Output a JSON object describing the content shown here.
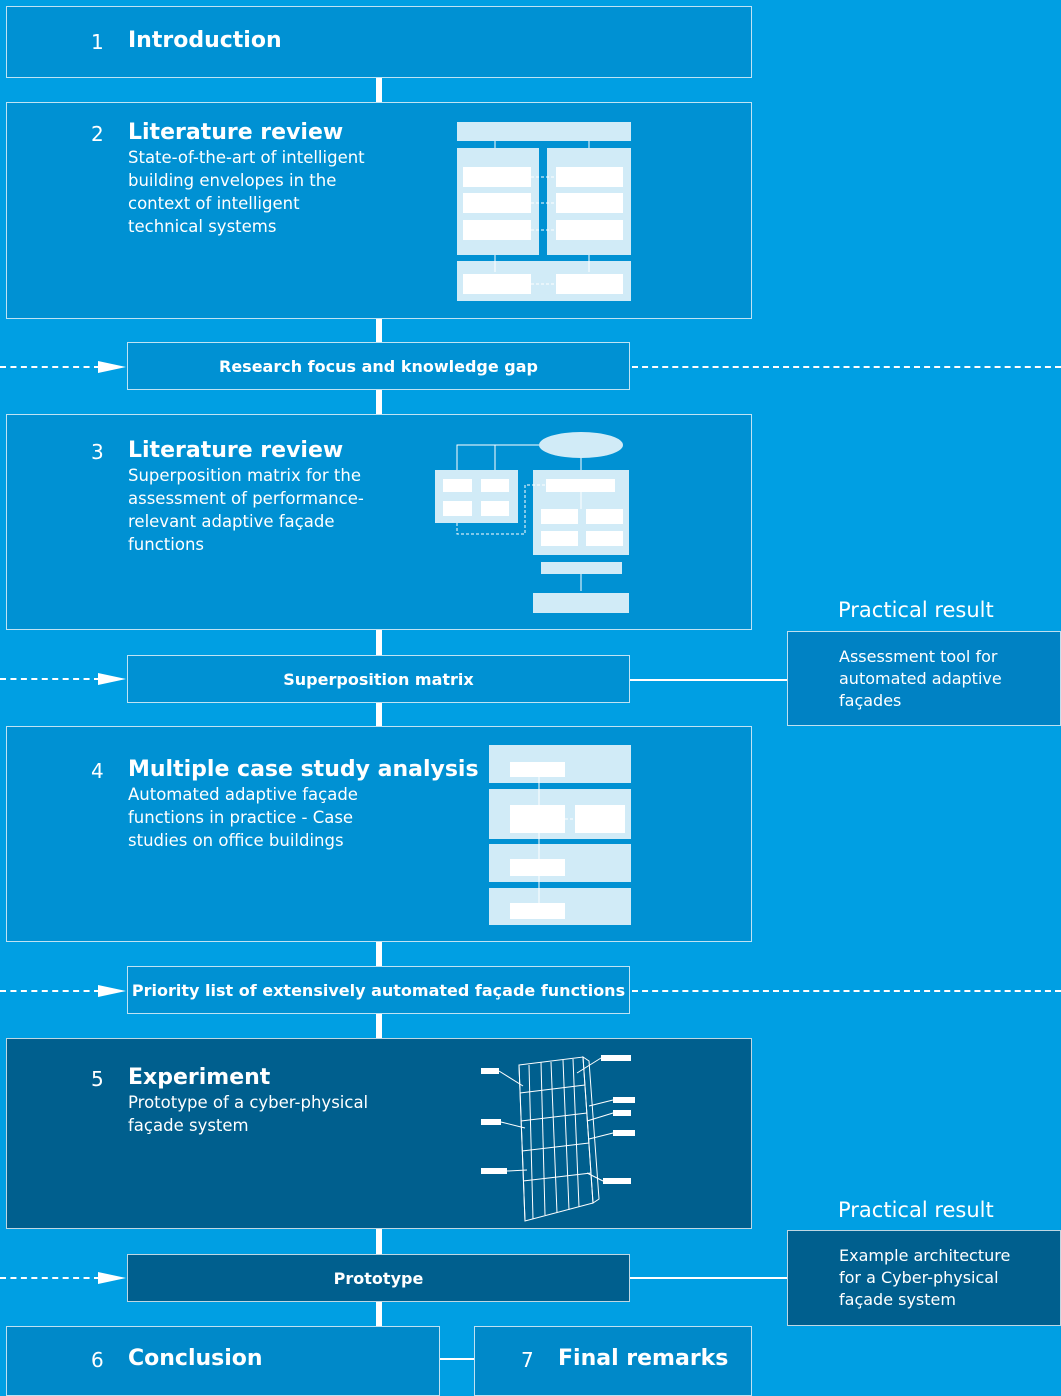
{
  "steps": [
    {
      "num": "1",
      "title": "Introduction",
      "desc": ""
    },
    {
      "num": "2",
      "title": "Literature review",
      "desc": "State-of-the-art of intelligent\nbuilding envelopes in the\ncontext of intelligent\ntechnical systems"
    },
    {
      "num": "3",
      "title": "Literature review",
      "desc": "Superposition matrix for the\nassessment of performance-\nrelevant adaptive façade\nfunctions"
    },
    {
      "num": "4",
      "title": "Multiple case study analysis",
      "desc": "Automated adaptive façade\nfunctions in practice - Case\nstudies on office buildings"
    },
    {
      "num": "5",
      "title": "Experiment",
      "desc": "Prototype of a cyber-physical\nfaçade system"
    },
    {
      "num": "6",
      "title": "Conclusion",
      "desc": ""
    },
    {
      "num": "7",
      "title": "Final remarks",
      "desc": ""
    }
  ],
  "outputs": [
    {
      "label": "Research focus and knowledge gap"
    },
    {
      "label": "Superposition matrix"
    },
    {
      "label": "Priority list of extensively automated façade functions"
    },
    {
      "label": "Prototype"
    }
  ],
  "practical_results": [
    {
      "title": "Practical result",
      "desc": "Assessment tool for\nautomated adaptive\nfaçades"
    },
    {
      "title": "Practical result",
      "desc": "Example architecture\nfor a Cyber-physical\nfaçade system"
    }
  ],
  "colors": {
    "background": "#009fe3",
    "step_box": "#0091d3",
    "experiment_box": "#005f8e",
    "line": "#ffffff"
  }
}
